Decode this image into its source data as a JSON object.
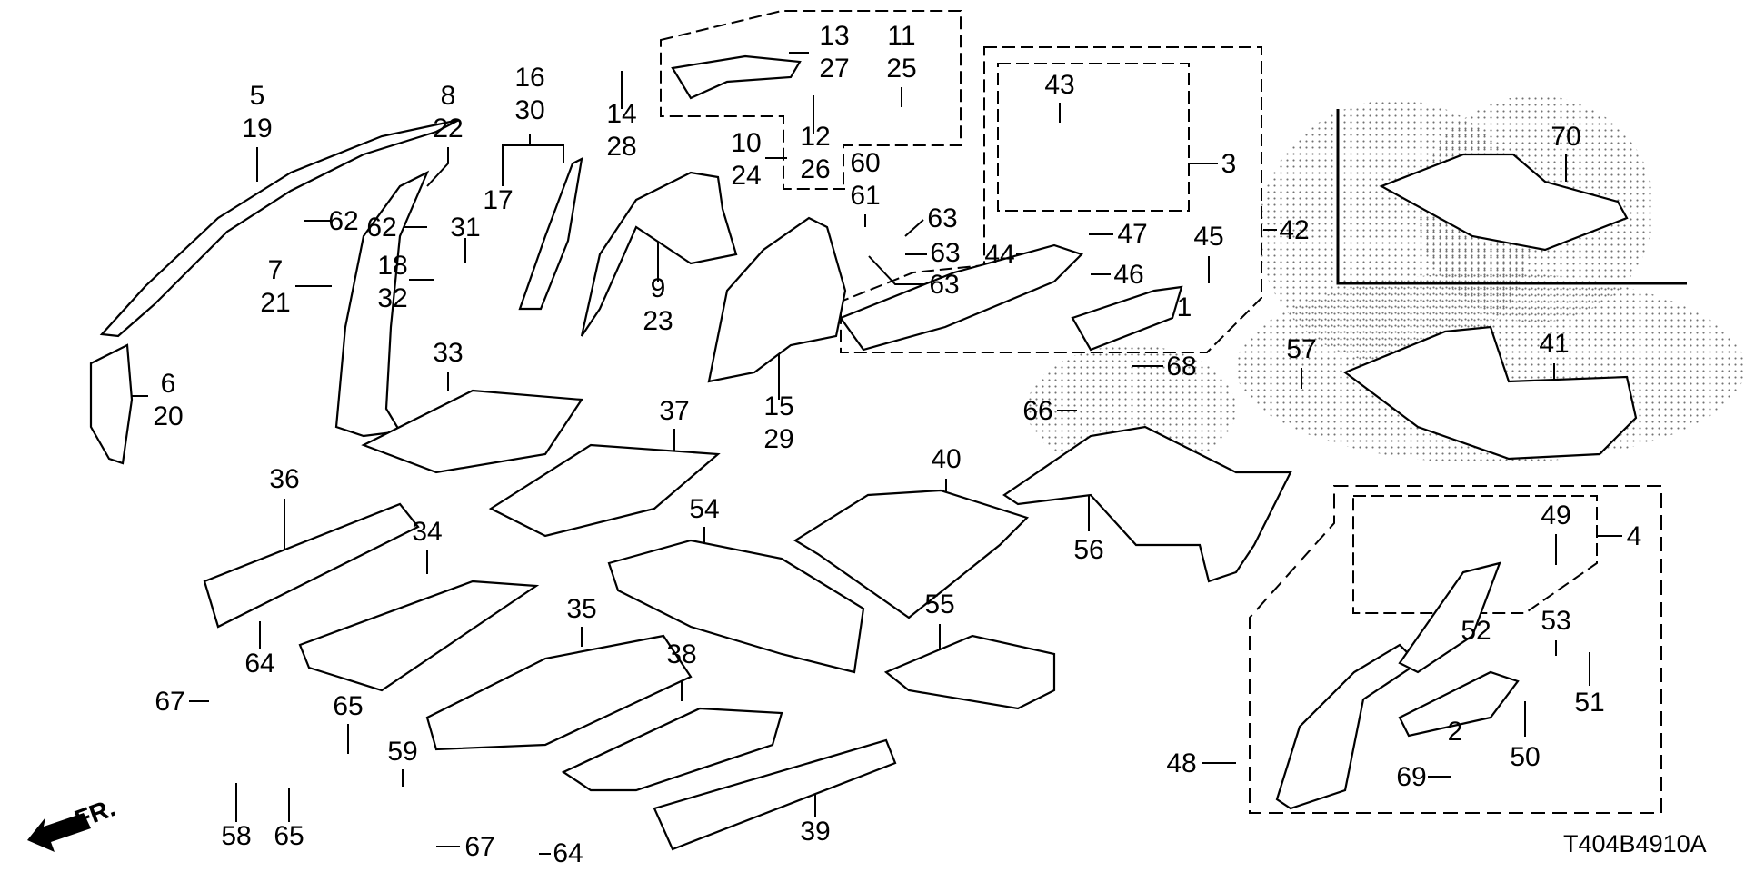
{
  "diagram": {
    "title": "Floor / Frame / Pillar Parts Exploded View",
    "reference_code": "T404B4910A",
    "direction_indicator": "FR.",
    "callouts": [
      {
        "id": "c5_19",
        "lines": [
          "5",
          "19"
        ]
      },
      {
        "id": "c8_22",
        "lines": [
          "8",
          "22"
        ]
      },
      {
        "id": "c16_30",
        "lines": [
          "16",
          "30"
        ]
      },
      {
        "id": "c17",
        "lines": [
          "17"
        ]
      },
      {
        "id": "c62a",
        "lines": [
          "62"
        ]
      },
      {
        "id": "c62b",
        "lines": [
          "62"
        ]
      },
      {
        "id": "c31",
        "lines": [
          "31"
        ]
      },
      {
        "id": "c18_32",
        "lines": [
          "18",
          "32"
        ]
      },
      {
        "id": "c7_21",
        "lines": [
          "7",
          "21"
        ]
      },
      {
        "id": "c6_20",
        "lines": [
          "6",
          "20"
        ]
      },
      {
        "id": "c14_28",
        "lines": [
          "14",
          "28"
        ]
      },
      {
        "id": "c13_27",
        "lines": [
          "13",
          "27"
        ]
      },
      {
        "id": "c11_25",
        "lines": [
          "11",
          "25"
        ]
      },
      {
        "id": "c12_26",
        "lines": [
          "12",
          "26"
        ]
      },
      {
        "id": "c10_24",
        "lines": [
          "10",
          "24"
        ]
      },
      {
        "id": "c60_61",
        "lines": [
          "60",
          "61"
        ]
      },
      {
        "id": "c63a",
        "lines": [
          "63"
        ]
      },
      {
        "id": "c63b",
        "lines": [
          "63"
        ]
      },
      {
        "id": "c63c",
        "lines": [
          "63"
        ]
      },
      {
        "id": "c9_23",
        "lines": [
          "9",
          "23"
        ]
      },
      {
        "id": "c15_29",
        "lines": [
          "15",
          "29"
        ]
      },
      {
        "id": "c33",
        "lines": [
          "33"
        ]
      },
      {
        "id": "c37",
        "lines": [
          "37"
        ]
      },
      {
        "id": "c43",
        "lines": [
          "43"
        ]
      },
      {
        "id": "c3",
        "lines": [
          "3"
        ]
      },
      {
        "id": "c47",
        "lines": [
          "47"
        ]
      },
      {
        "id": "c44",
        "lines": [
          "44"
        ]
      },
      {
        "id": "c45",
        "lines": [
          "45"
        ]
      },
      {
        "id": "c46",
        "lines": [
          "46"
        ]
      },
      {
        "id": "c1",
        "lines": [
          "1"
        ]
      },
      {
        "id": "c68",
        "lines": [
          "68"
        ]
      },
      {
        "id": "c42",
        "lines": [
          "42"
        ]
      },
      {
        "id": "c66",
        "lines": [
          "66"
        ]
      },
      {
        "id": "c70",
        "lines": [
          "70"
        ]
      },
      {
        "id": "c57",
        "lines": [
          "57"
        ]
      },
      {
        "id": "c41",
        "lines": [
          "41"
        ]
      },
      {
        "id": "c40",
        "lines": [
          "40"
        ]
      },
      {
        "id": "c56",
        "lines": [
          "56"
        ]
      },
      {
        "id": "c54",
        "lines": [
          "54"
        ]
      },
      {
        "id": "c36",
        "lines": [
          "36"
        ]
      },
      {
        "id": "c34",
        "lines": [
          "34"
        ]
      },
      {
        "id": "c35",
        "lines": [
          "35"
        ]
      },
      {
        "id": "c38",
        "lines": [
          "38"
        ]
      },
      {
        "id": "c55",
        "lines": [
          "55"
        ]
      },
      {
        "id": "c39",
        "lines": [
          "39"
        ]
      },
      {
        "id": "c64a",
        "lines": [
          "64"
        ]
      },
      {
        "id": "c64b",
        "lines": [
          "64"
        ]
      },
      {
        "id": "c67a",
        "lines": [
          "67"
        ]
      },
      {
        "id": "c67b",
        "lines": [
          "67"
        ]
      },
      {
        "id": "c58",
        "lines": [
          "58"
        ]
      },
      {
        "id": "c65a",
        "lines": [
          "65"
        ]
      },
      {
        "id": "c65b",
        "lines": [
          "65"
        ]
      },
      {
        "id": "c59",
        "lines": [
          "59"
        ]
      },
      {
        "id": "c49",
        "lines": [
          "49"
        ]
      },
      {
        "id": "c4",
        "lines": [
          "4"
        ]
      },
      {
        "id": "c52",
        "lines": [
          "52"
        ]
      },
      {
        "id": "c53",
        "lines": [
          "53"
        ]
      },
      {
        "id": "c51",
        "lines": [
          "51"
        ]
      },
      {
        "id": "c2",
        "lines": [
          "2"
        ]
      },
      {
        "id": "c50",
        "lines": [
          "50"
        ]
      },
      {
        "id": "c69",
        "lines": [
          "69"
        ]
      },
      {
        "id": "c48",
        "lines": [
          "48"
        ]
      }
    ]
  }
}
